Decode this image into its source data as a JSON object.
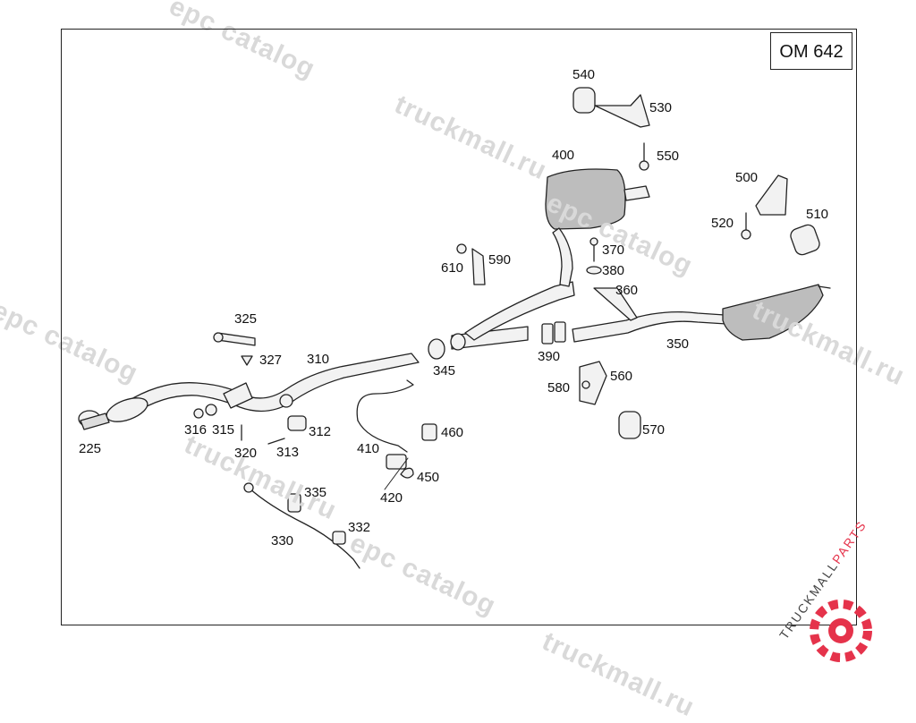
{
  "engine_code": "OM 642",
  "watermarks": [
    "truckmall.ru",
    "epc catalog"
  ],
  "logo": {
    "brand": "TRUCKMALL",
    "suffix": "PARTS",
    "accent": "#e5334b"
  },
  "callouts": [
    "225",
    "310",
    "312",
    "313",
    "315",
    "316",
    "320",
    "325",
    "327",
    "330",
    "332",
    "335",
    "345",
    "350",
    "360",
    "370",
    "380",
    "390",
    "400",
    "410",
    "420",
    "450",
    "460",
    "500",
    "510",
    "520",
    "530",
    "540",
    "550",
    "560",
    "570",
    "580",
    "590",
    "610"
  ],
  "colors": {
    "line": "#222222",
    "part_fill": "#f2f2f2",
    "muffler_fill": "#bdbdbd",
    "watermark": "#d9d9d9"
  }
}
